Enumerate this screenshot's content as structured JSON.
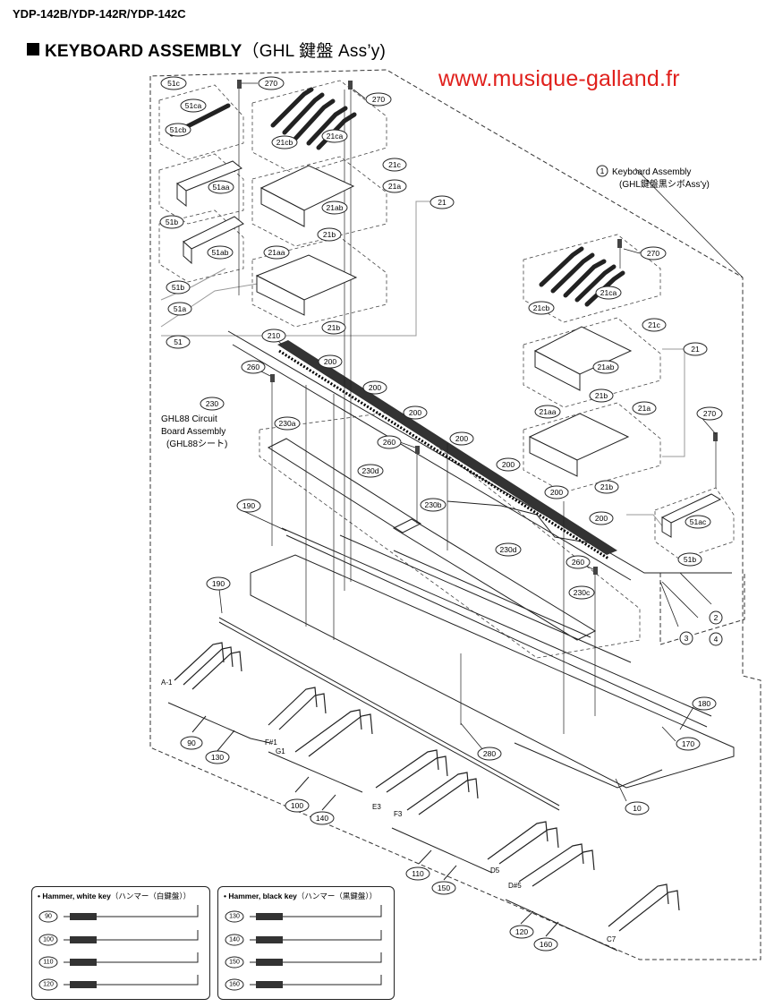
{
  "header": {
    "models": "YDP-142B/YDP-142R/YDP-142C",
    "title_main": "KEYBOARD ASSEMBLY",
    "title_sub": "（GHL 鍵盤 Ass’y)",
    "website": "www.musique-galland.fr"
  },
  "callouts": {
    "c51c": "51c",
    "c51ca": "51ca",
    "c51cb": "51cb",
    "c51aa": "51aa",
    "c51b_1": "51b",
    "c51ab": "51ab",
    "c51b_2": "51b",
    "c51a": "51a",
    "c51": "51",
    "c270_1": "270",
    "c270_2": "270",
    "c270_3": "270",
    "c270_4": "270",
    "c21cb_1": "21cb",
    "c21ca_1": "21ca",
    "c21c_1": "21c",
    "c21a_1": "21a",
    "c21_1": "21",
    "c21ab_1": "21ab",
    "c21b_1": "21b",
    "c21aa_1": "21aa",
    "c21b_2": "21b",
    "c1": "1",
    "c21cb_2": "21cb",
    "c21ca_2": "21ca",
    "c21c_2": "21c",
    "c21_2": "21",
    "c21ab_2": "21ab",
    "c21b_3": "21b",
    "c21a_2": "21a",
    "c21aa_2": "21aa",
    "c21b_4": "21b",
    "c210": "210",
    "c260_1": "260",
    "c260_2": "260",
    "c260_3": "260",
    "c200_1": "200",
    "c200_2": "200",
    "c200_3": "200",
    "c200_4": "200",
    "c200_5": "200",
    "c200_6": "200",
    "c200_7": "200",
    "c230": "230",
    "c230a": "230a",
    "c230d_1": "230d",
    "c230b": "230b",
    "c230d_2": "230d",
    "c230c": "230c",
    "c190_1": "190",
    "c190_2": "190",
    "c51ac": "51ac",
    "c51b_3": "51b",
    "c2": "2",
    "c3": "3",
    "c4": "4",
    "c180": "180",
    "c170": "170",
    "c280": "280",
    "c10": "10",
    "c90": "90",
    "c130": "130",
    "c100": "100",
    "c140": "140",
    "c110": "110",
    "c150": "150",
    "c120": "120",
    "c160": "160"
  },
  "notes": {
    "kb_assembly_1": "Keyboard Assembly",
    "kb_assembly_2": "(GHL鍵盤黒シボAss'y)",
    "circuit_1": "GHL88 Circuit",
    "circuit_2": "Board Assembly",
    "circuit_3": "(GHL88シート)"
  },
  "key_labels": {
    "a_1": "A-1",
    "fs1": "F#1",
    "g1": "G1",
    "e3": "E3",
    "f3": "F3",
    "d5": "D5",
    "ds5": "D#5",
    "c7": "C7"
  },
  "legend_white": {
    "title": "Hammer, white key",
    "title_jp": "（ハンマー（白鍵盤））",
    "items": [
      "90",
      "100",
      "110",
      "120"
    ]
  },
  "legend_black": {
    "title": "Hammer, black key",
    "title_jp": "（ハンマー（黒鍵盤））",
    "items": [
      "130",
      "140",
      "150",
      "160"
    ]
  }
}
